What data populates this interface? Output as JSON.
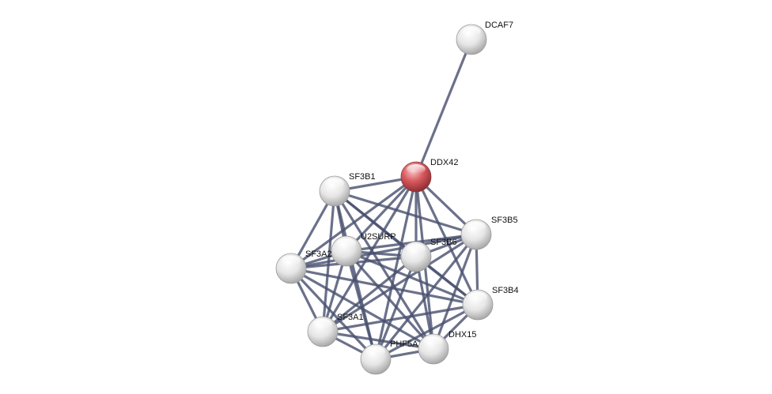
{
  "network": {
    "colors": {
      "query_node": "#d9595e",
      "partner_node": "#dcdcdc",
      "edge": "#4a5270"
    },
    "nodes": [
      {
        "id": "DCAF7",
        "label": "DCAF7",
        "query": false
      },
      {
        "id": "DDX42",
        "label": "DDX42",
        "query": true
      },
      {
        "id": "SF3B1",
        "label": "SF3B1",
        "query": false
      },
      {
        "id": "SF3B5",
        "label": "SF3B5",
        "query": false
      },
      {
        "id": "U2SURP",
        "label": "U2SURP",
        "query": false
      },
      {
        "id": "SF3B6",
        "label": "SF3B6",
        "query": false
      },
      {
        "id": "SF3A2",
        "label": "SF3A2",
        "query": false
      },
      {
        "id": "SF3B4",
        "label": "SF3B4",
        "query": false
      },
      {
        "id": "SF3A1",
        "label": "SF3A1",
        "query": false
      },
      {
        "id": "DHX15",
        "label": "DHX15",
        "query": false
      },
      {
        "id": "PHF5A",
        "label": "PHF5A",
        "query": false
      }
    ],
    "edges": [
      [
        "DCAF7",
        "DDX42"
      ],
      [
        "DDX42",
        "SF3B1"
      ],
      [
        "DDX42",
        "SF3B5"
      ],
      [
        "DDX42",
        "U2SURP"
      ],
      [
        "DDX42",
        "SF3B6"
      ],
      [
        "DDX42",
        "SF3A2"
      ],
      [
        "DDX42",
        "SF3B4"
      ],
      [
        "DDX42",
        "SF3A1"
      ],
      [
        "DDX42",
        "DHX15"
      ],
      [
        "DDX42",
        "PHF5A"
      ],
      [
        "SF3B1",
        "SF3B5"
      ],
      [
        "SF3B1",
        "U2SURP"
      ],
      [
        "SF3B1",
        "SF3B6"
      ],
      [
        "SF3B1",
        "SF3A2"
      ],
      [
        "SF3B1",
        "SF3B4"
      ],
      [
        "SF3B1",
        "SF3A1"
      ],
      [
        "SF3B1",
        "DHX15"
      ],
      [
        "SF3B1",
        "PHF5A"
      ],
      [
        "SF3B5",
        "U2SURP"
      ],
      [
        "SF3B5",
        "SF3B6"
      ],
      [
        "SF3B5",
        "SF3A2"
      ],
      [
        "SF3B5",
        "SF3B4"
      ],
      [
        "SF3B5",
        "SF3A1"
      ],
      [
        "SF3B5",
        "DHX15"
      ],
      [
        "SF3B5",
        "PHF5A"
      ],
      [
        "U2SURP",
        "SF3B6"
      ],
      [
        "U2SURP",
        "SF3A2"
      ],
      [
        "U2SURP",
        "SF3B4"
      ],
      [
        "U2SURP",
        "SF3A1"
      ],
      [
        "U2SURP",
        "DHX15"
      ],
      [
        "U2SURP",
        "PHF5A"
      ],
      [
        "SF3B6",
        "SF3A2"
      ],
      [
        "SF3B6",
        "SF3B4"
      ],
      [
        "SF3B6",
        "SF3A1"
      ],
      [
        "SF3B6",
        "DHX15"
      ],
      [
        "SF3B6",
        "PHF5A"
      ],
      [
        "SF3A2",
        "SF3B4"
      ],
      [
        "SF3A2",
        "SF3A1"
      ],
      [
        "SF3A2",
        "DHX15"
      ],
      [
        "SF3A2",
        "PHF5A"
      ],
      [
        "SF3B4",
        "SF3A1"
      ],
      [
        "SF3B4",
        "DHX15"
      ],
      [
        "SF3B4",
        "PHF5A"
      ],
      [
        "SF3A1",
        "DHX15"
      ],
      [
        "SF3A1",
        "PHF5A"
      ],
      [
        "DHX15",
        "PHF5A"
      ]
    ]
  }
}
